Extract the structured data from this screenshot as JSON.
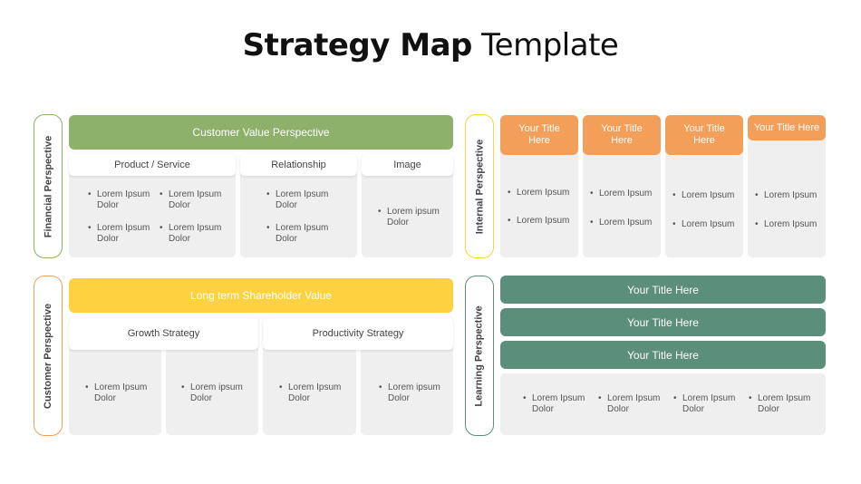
{
  "title": {
    "bold": "Strategy Map",
    "light": " Template"
  },
  "colors": {
    "green": "#8db16b",
    "yellow": "#fed141",
    "orange": "#f39f5a",
    "teal": "#5b8e7b",
    "panel_grey": "#efefef"
  },
  "financial": {
    "side_label": "Financial Perspective",
    "banner": "Customer Value Perspective",
    "col_headers": [
      "Product / Service",
      "Relationship",
      "Image"
    ],
    "bullets": {
      "a1": "Lorem Ipsum Dolor",
      "a2": "Lorem Ipsum Dolor",
      "a3": "Lorem Ipsum Dolor",
      "a4": "Lorem Ipsum Dolor",
      "b1": "Lorem Ipsum Dolor",
      "b2": "Lorem Ipsum Dolor",
      "c1": "Lorem ipsum Dolor"
    }
  },
  "internal": {
    "side_label": "Internal Perspective",
    "headers": [
      "Your Title Here",
      "Your Title Here",
      "Your Title Here",
      "Your Title Here"
    ],
    "bullets": [
      "Lorem Ipsum",
      "Lorem Ipsum",
      "Lorem Ipsum",
      "Lorem Ipsum",
      "Lorem Ipsum",
      "Lorem Ipsum",
      "Lorem Ipsum",
      "Lorem Ipsum"
    ]
  },
  "customer": {
    "side_label": "Customer Perspective",
    "banner": "Long term Shareholder Value",
    "col_headers": [
      "Growth Strategy",
      "Productivity Strategy"
    ],
    "bullets": [
      "Lorem Ipsum Dolor",
      "Lorem ipsum Dolor",
      "Lorem Ipsum Dolor",
      "Lorem ipsum Dolor"
    ]
  },
  "learning": {
    "side_label": "Learning Perspective",
    "bars": [
      "Your Title Here",
      "Your Title Here",
      "Your Title Here"
    ],
    "bullets": [
      "Lorem Ipsum Dolor",
      "Lorem Ipsum Dolor",
      "Lorem Ipsum Dolor",
      "Lorem Ipsum Dolor"
    ]
  }
}
